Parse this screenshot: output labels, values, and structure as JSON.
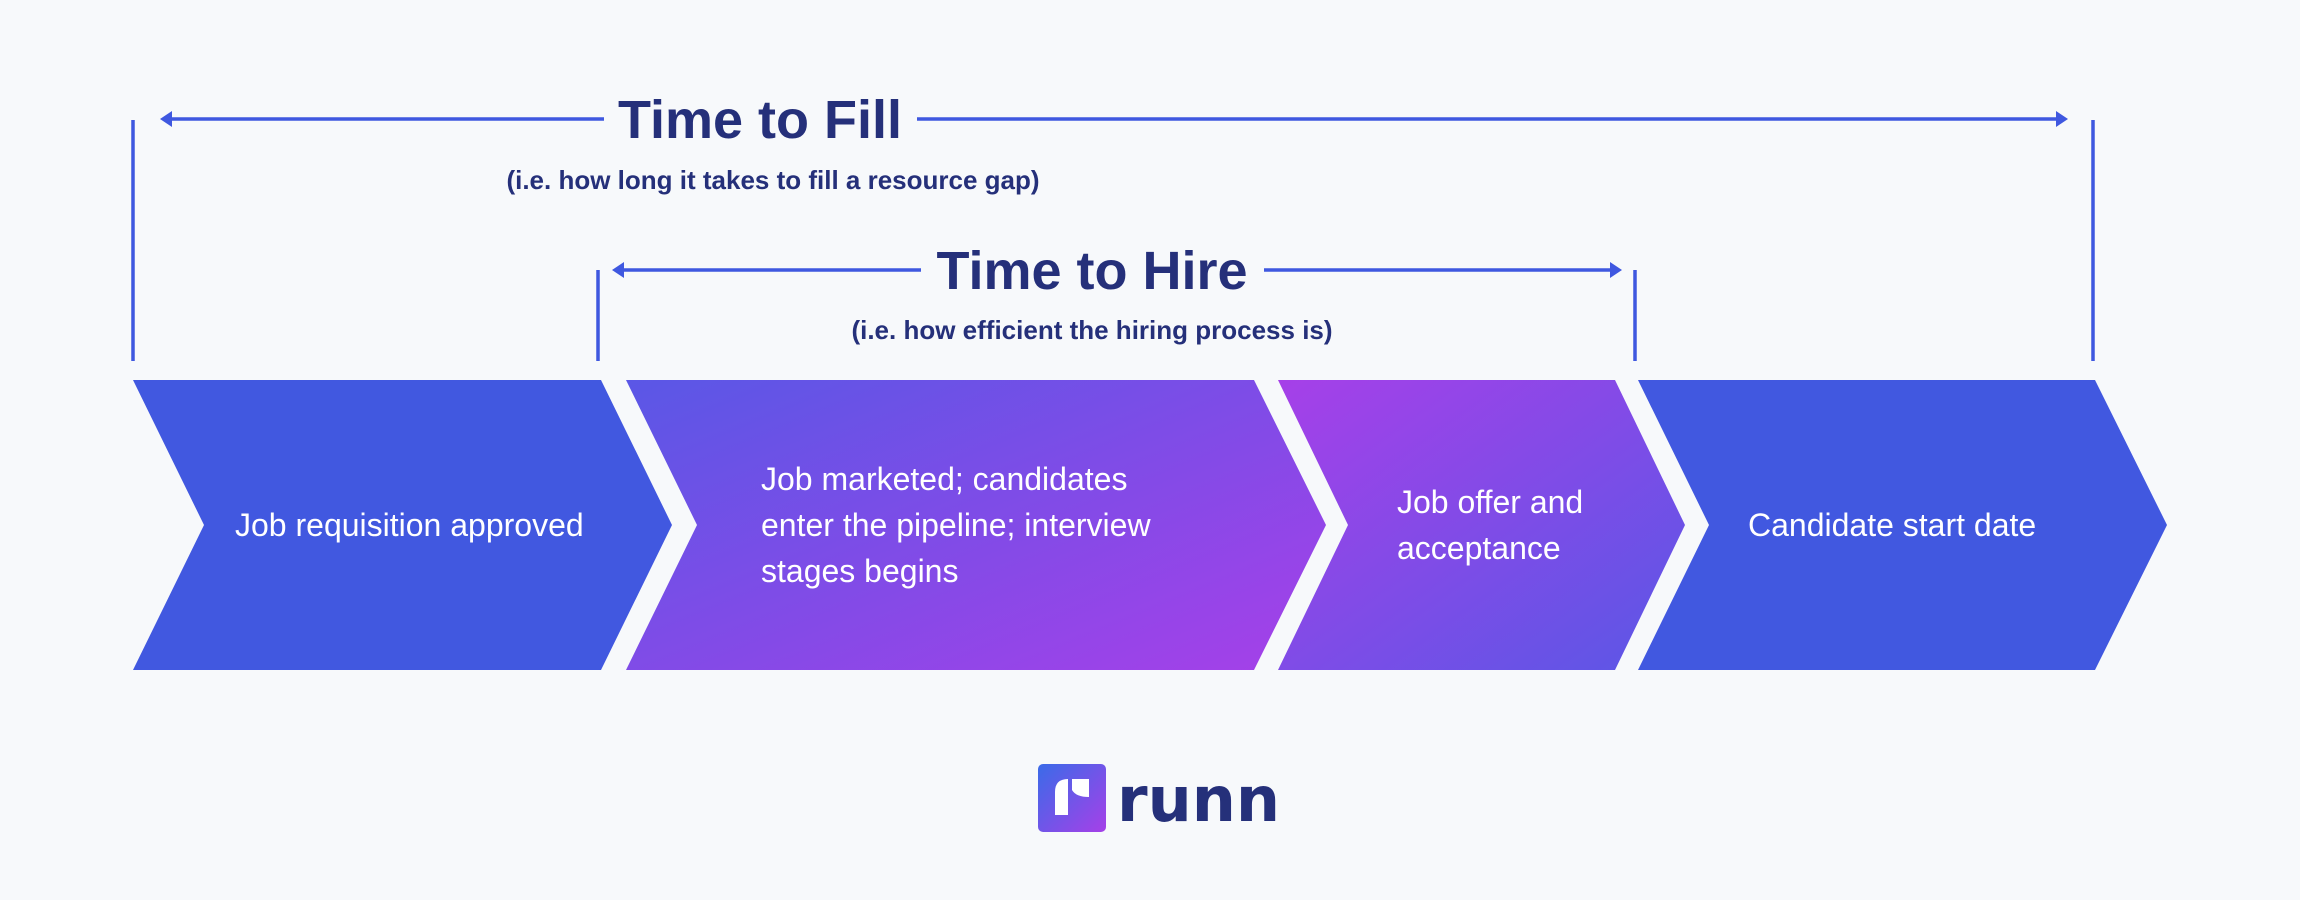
{
  "colors": {
    "accent": "#3f58e0",
    "text": "#25307a",
    "gradient_start": "#5a57e6",
    "gradient_end": "#a640e8",
    "solid": "#4158e0"
  },
  "time_to_fill": {
    "title": "Time to Fill",
    "subtitle": "(i.e. how long it takes to fill a resource gap)"
  },
  "time_to_hire": {
    "title": "Time to Hire",
    "subtitle": "(i.e. how efficient the hiring process is)"
  },
  "steps": [
    {
      "lines": [
        "Job requisition approved"
      ]
    },
    {
      "lines": [
        "Job marketed; candidates",
        "enter the pipeline; interview",
        "stages begins"
      ]
    },
    {
      "lines": [
        "Job offer and",
        "acceptance"
      ]
    },
    {
      "lines": [
        "Candidate start date"
      ]
    }
  ],
  "logo": {
    "text": "runn"
  }
}
